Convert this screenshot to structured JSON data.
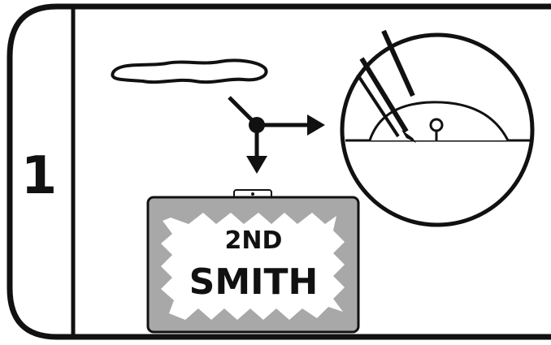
{
  "step": {
    "number": "1"
  },
  "name_tag": {
    "line1": "2ND",
    "line2": "SMITH"
  },
  "colors": {
    "ink": "#111111",
    "tag_frame": "#a8a8a8",
    "tag_background": "#ffffff"
  },
  "icons": [
    "splat-icon",
    "direction-arrows-icon",
    "magnifier-detail-icon",
    "name-tag-icon"
  ]
}
